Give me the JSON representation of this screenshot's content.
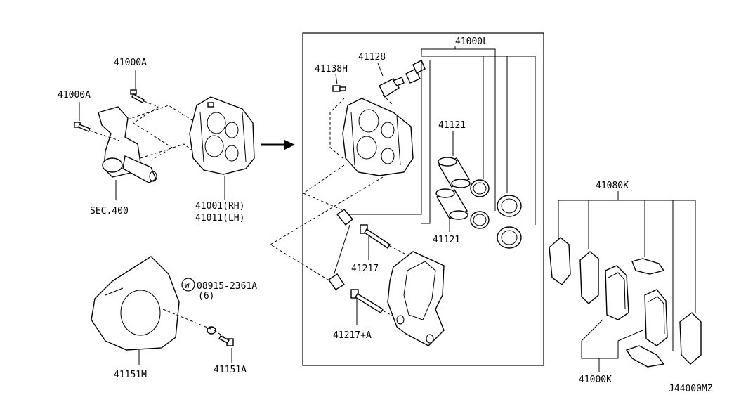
{
  "labels": {
    "p41000A_top": "41000A",
    "p41000A_left": "41000A",
    "sec400": "SEC.400",
    "p41001": "41001(RH)",
    "p41011": "41011(LH)",
    "p41000L": "41000L",
    "p41128": "41128",
    "p41138H": "41138H",
    "p41121_top": "41121",
    "p41121_bot": "41121",
    "p41217": "41217",
    "p41217A": "41217+A",
    "p41080K": "41080K",
    "p41000K": "41000K",
    "w_circle": "W",
    "p08915": "08915-2361A",
    "p08915_qty": "(6)",
    "p41151M": "41151M",
    "p41151A": "41151A",
    "diagram_id": "J44000MZ"
  }
}
